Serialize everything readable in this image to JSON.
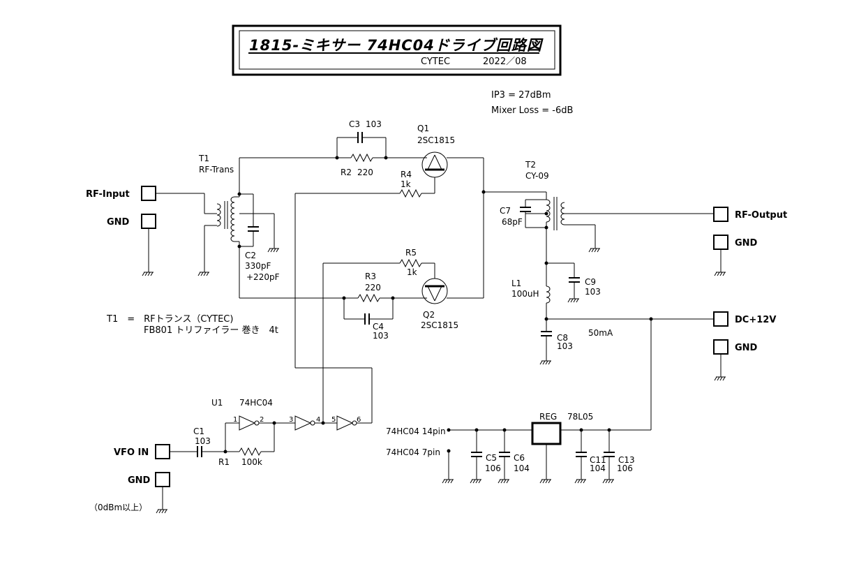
{
  "title": {
    "main": "1815-ミキサー 74HC04ドライブ回路図",
    "sub_company": "CYTEC",
    "sub_date": "2022／08"
  },
  "specs": {
    "ip3": "IP3 = 27dBm",
    "mixer_loss": "Mixer Loss = -6dB"
  },
  "connectors": {
    "rf_input": "RF-Input",
    "gnd_1": "GND",
    "rf_output": "RF-Output",
    "gnd_2": "GND",
    "dc12v": "DC+12V",
    "gnd_3": "GND",
    "vfo_in": "VFO IN",
    "gnd_4": "GND",
    "vfo_note": "（0dBm以上）"
  },
  "parts": {
    "t1_ref": "T1",
    "t1_val": "RF-Trans",
    "c2_ref": "C2",
    "c2_val": "330pF",
    "c2_val2": "+220pF",
    "c3_ref": "C3",
    "c3_val": "103",
    "r2_ref": "R2",
    "r2_val": "220",
    "r4_ref": "R4",
    "r4_val": "1k",
    "q1_ref": "Q1",
    "q1_val": "2SC1815",
    "r5_ref": "R5",
    "r5_val": "1k",
    "r3_ref": "R3",
    "r3_val": "220",
    "c4_ref": "C4",
    "c4_val": "103",
    "q2_ref": "Q2",
    "q2_val": "2SC1815",
    "t2_ref": "T2",
    "t2_val": "CY-09",
    "c7_ref": "C7",
    "c7_val": "68pF",
    "l1_ref": "L1",
    "l1_val": "100uH",
    "c9_ref": "C9",
    "c9_val": "103",
    "c8_ref": "C8",
    "c8_val": "103",
    "current": "50mA",
    "u1_ref": "U1",
    "u1_val": "74HC04",
    "c1_ref": "C1",
    "c1_val": "103",
    "r1_ref": "R1",
    "r1_val": "100k",
    "pin1": "1",
    "pin2": "2",
    "pin3": "3",
    "pin4": "4",
    "pin5": "5",
    "pin6": "6",
    "reg_ref": "REG",
    "reg_val": "78L05",
    "pin14": "74HC04 14pin",
    "pin7": "74HC04  7pin",
    "c5_ref": "C5",
    "c5_val": "106",
    "c6_ref": "C6",
    "c6_val": "104",
    "c11_ref": "C11",
    "c11_val": "104",
    "c13_ref": "C13",
    "c13_val": "106"
  },
  "notes": {
    "t1_line1": "T1　=　RFトランス（CYTEC)",
    "t1_line2": "FB801 トリファイラー 巻き　4t"
  }
}
